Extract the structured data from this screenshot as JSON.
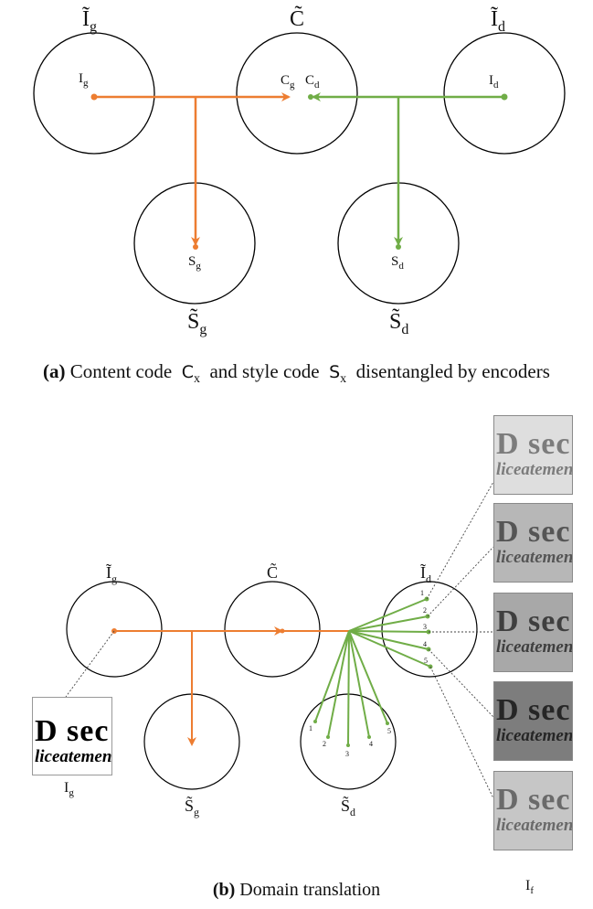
{
  "part_a": {
    "labels": {
      "space_g": "Ĩ",
      "space_g_sub": "g",
      "space_c": "C̃",
      "space_d": "Ĩ",
      "space_d_sub": "d",
      "point_ig": "I",
      "point_ig_sub": "g",
      "point_cg": "C",
      "point_cg_sub": "g",
      "point_cd": "C",
      "point_cd_sub": "d",
      "point_id": "I",
      "point_id_sub": "d",
      "point_sg": "S",
      "point_sg_sub": "g",
      "point_sd": "S",
      "point_sd_sub": "d",
      "space_sg": "S̃",
      "space_sg_sub": "g",
      "space_sd": "S̃",
      "space_sd_sub": "d"
    },
    "caption": {
      "tag": "(a)",
      "text1": " Content code  ",
      "code_c": "C",
      "code_c_sub": "x",
      "text2": "  and style code  ",
      "code_s": "S",
      "code_s_sub": "x",
      "text3": "  disentangled by encoders"
    }
  },
  "part_b": {
    "labels": {
      "space_g": "Ĩ",
      "space_g_sub": "g",
      "space_c": "C̃",
      "space_d": "Ĩ",
      "space_d_sub": "d",
      "space_sg": "S̃",
      "space_sg_sub": "g",
      "space_sd": "S̃",
      "space_sd_sub": "d",
      "input_img": "I",
      "input_img_sub": "g",
      "output_imgs": "I",
      "output_imgs_sub": "f"
    },
    "style_numbers": [
      "1",
      "2",
      "3",
      "4",
      "5"
    ],
    "thumbnail_text": {
      "line1": "D sec",
      "line2": "liceatemen"
    },
    "caption": {
      "tag": "(b)",
      "text": " Domain translation"
    }
  },
  "colors": {
    "content_path": "#ED7D31",
    "style_path": "#70AD47",
    "circle": "#000000",
    "dotted": "#444444"
  }
}
